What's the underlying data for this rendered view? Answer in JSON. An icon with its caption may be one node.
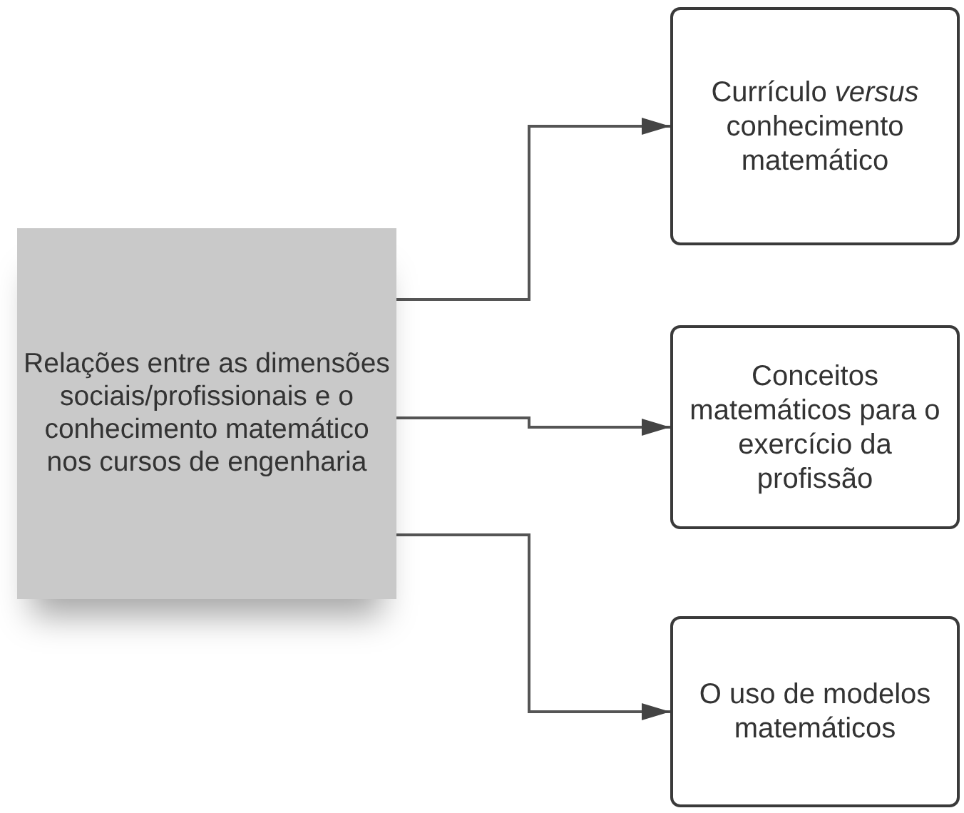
{
  "diagram": {
    "nodes": [
      {
        "text": [
          "Relações entre as dimensões sociais/profissionais e o conhecimento matemático nos cursos de engenharia"
        ]
      },
      {
        "text": [
          "Currículo *versus* conhecimento matemático"
        ]
      },
      {
        "text": [
          "Conceitos matemáticos para o exercício da profissão"
        ]
      },
      {
        "text": [
          "O uso de modelos matemáticos"
        ]
      }
    ],
    "edges": [
      {
        "from": 0,
        "to": 1,
        "arrow": "to"
      },
      {
        "from": 0,
        "to": 2,
        "arrow": "to"
      },
      {
        "from": 0,
        "to": 3,
        "arrow": "to"
      }
    ]
  }
}
